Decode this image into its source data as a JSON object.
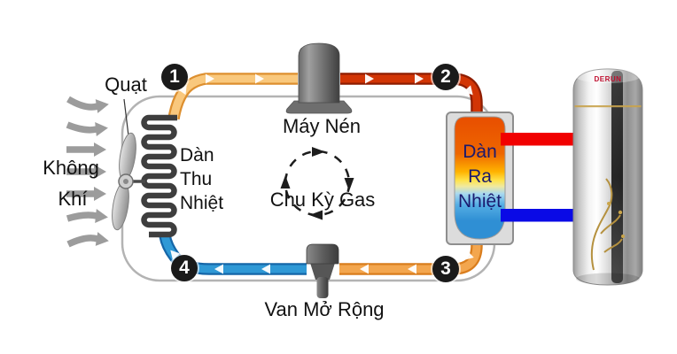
{
  "diagram": {
    "labels": {
      "air_line1": "Không",
      "air_line2": "Khí",
      "fan": "Quạt",
      "evaporator_line1": "Dàn",
      "evaporator_line2": "Thu",
      "evaporator_line3": "Nhiệt",
      "compressor": "Máy Nén",
      "gas_cycle": "Chu Kỳ Gas",
      "expansion_valve": "Van Mở Rộng",
      "condenser_line1": "Dàn",
      "condenser_line2": "Ra",
      "condenser_line3": "Nhiệt"
    },
    "steps": {
      "s1": "1",
      "s2": "2",
      "s3": "3",
      "s4": "4"
    },
    "tank": {
      "logo": "DERUN"
    },
    "colors": {
      "pipe_warm_edge": "#dd8f2f",
      "pipe_warm_fill": "#f9c87d",
      "pipe_hot_edge": "#8f1d00",
      "pipe_hot_fill": "#d23505",
      "pipe_warm2_edge": "#d97d1d",
      "pipe_warm2_fill": "#f3a64e",
      "pipe_cold_edge": "#1566a8",
      "pipe_cold_fill": "#2f99d6",
      "water_hot": "#f10000",
      "water_cold": "#0a0ae6",
      "condenser_top": "#e84e00",
      "condenser_mid": "#ffe24a",
      "condenser_bottom": "#2f8fd4",
      "label_text": "#111111",
      "condenser_text": "#1a1a6e",
      "step_bg": "#1a1a1a",
      "step_text": "#ffffff",
      "air_arrow": "#9c9c9c",
      "loop_outline": "#b3b3b3",
      "logo_red": "#c01030"
    }
  }
}
